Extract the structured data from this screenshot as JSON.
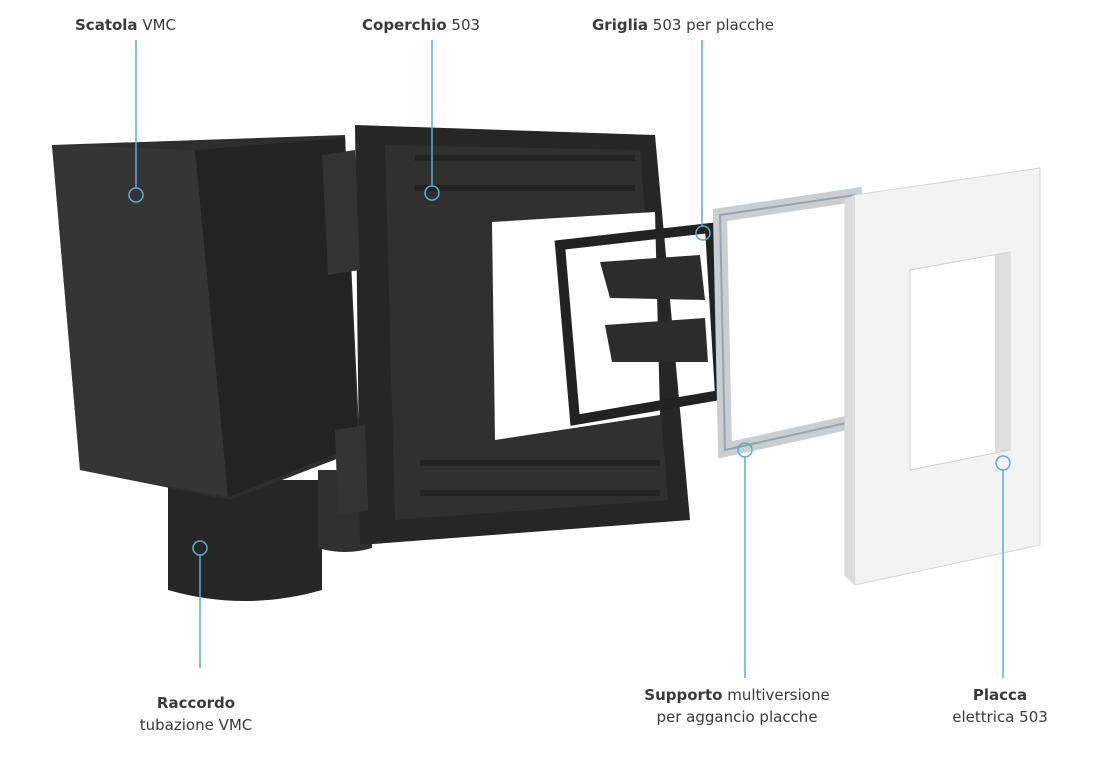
{
  "labels": {
    "scatola": {
      "bold": "Scatola",
      "rest": "VMC"
    },
    "coperchio": {
      "bold": "Coperchio",
      "rest": "503"
    },
    "griglia": {
      "bold": "Griglia",
      "rest": "503 per placche"
    },
    "raccordo": {
      "bold": "Raccordo",
      "line2": "tubazione VMC"
    },
    "supporto": {
      "bold": "Supporto",
      "rest": "multiversione",
      "line2": "per aggancio placche"
    },
    "placca": {
      "bold": "Placca",
      "line2": "elettrica 503"
    }
  },
  "colors": {
    "callout": "#5aaed0",
    "text": "#3a3a3a",
    "product_dark": "#2a2a2a",
    "plate": "#f2f2f2"
  }
}
